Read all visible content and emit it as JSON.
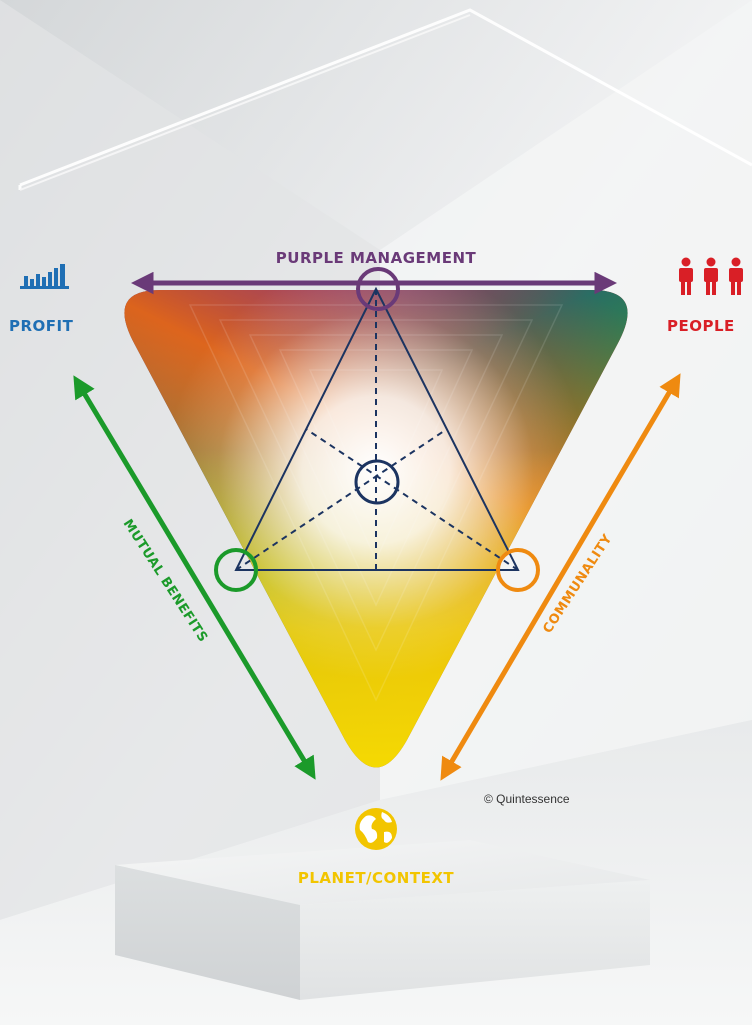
{
  "labels": {
    "purple_management": "PURPLE MANAGEMENT",
    "profit": "PROFIT",
    "people": "PEOPLE",
    "planet_context": "PLANET/CONTEXT",
    "mutual_benefits": "MUTUAL BENEFITS",
    "communality": "COMMUNALITY",
    "copyright": "© Quintessence"
  },
  "colors": {
    "purple": "#6a3a78",
    "profit_blue": "#1f6fb4",
    "people_red": "#d91f26",
    "planet_yellow": "#f2c500",
    "mutual_green": "#1b9a2a",
    "communality_orange": "#ef8a10",
    "inner_triangle_navy": "#1c3461"
  },
  "icons": {
    "profit": "bar-chart-icon",
    "people": "people-group-icon",
    "planet": "globe-icon"
  }
}
